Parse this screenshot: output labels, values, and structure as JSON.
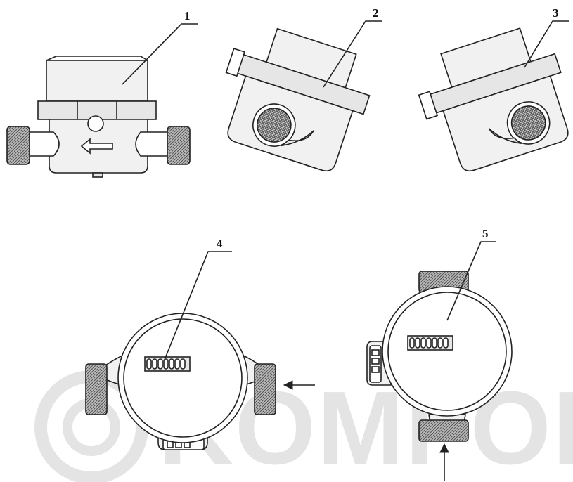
{
  "callouts": [
    {
      "label": "1"
    },
    {
      "label": "2"
    },
    {
      "label": "3"
    },
    {
      "label": "4"
    },
    {
      "label": "5"
    }
  ],
  "watermark": {
    "text": "KOMFORT",
    "color": "#e4e4e4"
  },
  "colors": {
    "line": "#222222",
    "body_fill": "#f1f1f1",
    "thread_fill": "#8a8a8a"
  }
}
